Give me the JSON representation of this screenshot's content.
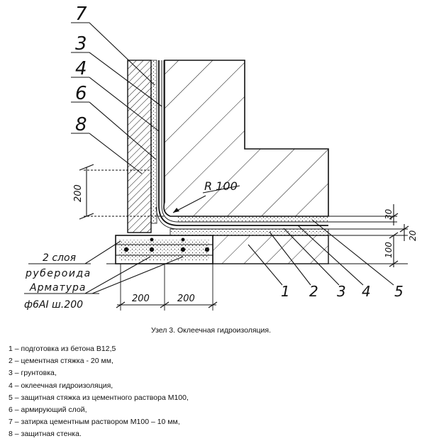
{
  "drawing": {
    "callouts_top": [
      "7",
      "3",
      "4",
      "6",
      "8"
    ],
    "callouts_bottom": [
      "1",
      "2",
      "3",
      "4",
      "5"
    ],
    "radius_label": "R 100",
    "dim_vertical_left": "200",
    "dim_right_30": "30",
    "dim_right_20": "20",
    "dim_right_100": "100",
    "dim_bottom_left": "200",
    "dim_bottom_right": "200",
    "note_roofing_line1": "2 слоя",
    "note_roofing_line2": "рубероида",
    "note_rebar_line1": "Арматура",
    "note_rebar_line2": "ф6АI  ш.200"
  },
  "caption": "Узел 3. Оклеечная гидроизоляция.",
  "legend": [
    "1 – подготовка из бетона В12,5",
    "2 – цементная стяжка - 20 мм,",
    "3 – грунтовка,",
    "4 – оклеечная гидроизоляция,",
    "5 – защитная стяжка из цементного раствора М100,",
    "6 – армирующий слой,",
    "7 – затирка цементным раствором М100 – 10 мм,",
    "8 – защитная стенка."
  ]
}
